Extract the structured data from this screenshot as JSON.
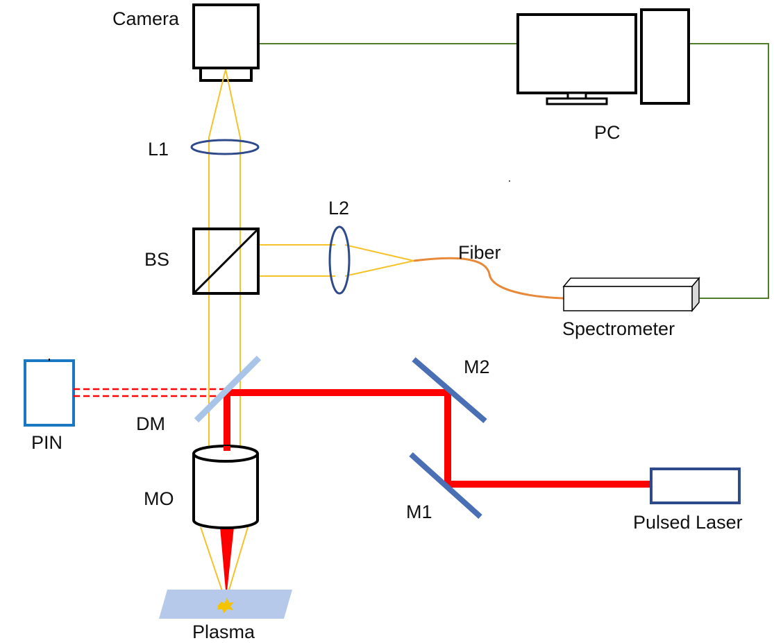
{
  "labels": {
    "camera": "Camera",
    "pc": "PC",
    "l1": "L1",
    "l2": "L2",
    "bs": "BS",
    "fiber": "Fiber",
    "spectrometer": "Spectrometer",
    "pin": "PIN",
    "dm": "DM",
    "m2": "M2",
    "m1": "M1",
    "mo": "MO",
    "pulsed_laser": "Pulsed Laser",
    "plasma": "Plasma"
  },
  "colors": {
    "detection_beam": "#f5c22a",
    "laser_beam": "#ff0000",
    "lens_outline": "#2f4a8a",
    "mirror": "#4a6fb5",
    "dichroic_mirror": "#a8c4e8",
    "pin_detector": "#1a78c2",
    "laser_box": "#2f4a8a",
    "cable": "#4f7d2a",
    "fiber": "#e8893a",
    "sample": "#b7c9ea",
    "plasma_spark": "#f5c400",
    "outline": "#000000"
  }
}
